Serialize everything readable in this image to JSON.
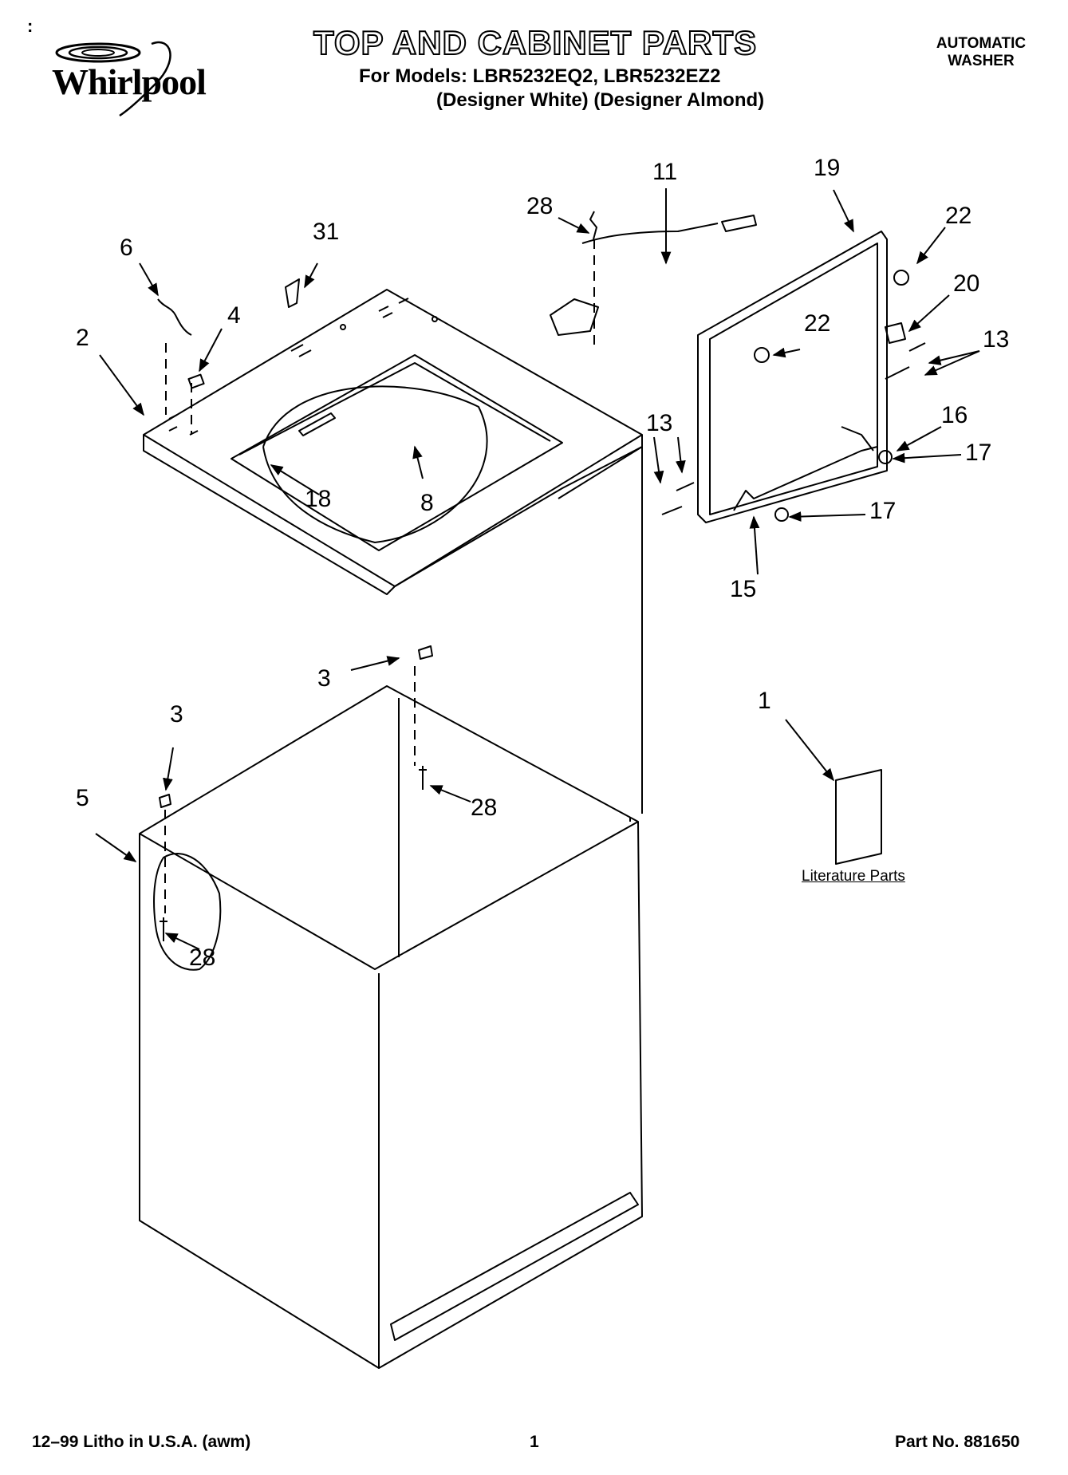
{
  "header": {
    "page_marker": ":",
    "brand": "Whirlpool",
    "title": "TOP AND CABINET PARTS",
    "models_line": "For Models: LBR5232EQ2, LBR5232EZ2",
    "variants_line": "(Designer White) (Designer Almond)",
    "product_type": "AUTOMATIC WASHER"
  },
  "diagram": {
    "callouts": [
      "28",
      "11",
      "19",
      "22",
      "31",
      "6",
      "4",
      "20",
      "22",
      "13",
      "2",
      "13",
      "16",
      "17",
      "18",
      "8",
      "17",
      "15",
      "3",
      "1",
      "3",
      "28",
      "5",
      "28"
    ],
    "literature_label": "Literature Parts"
  },
  "footer": {
    "print_info": "12–99 Litho in U.S.A. (awm)",
    "page_number": "1",
    "part_number": "Part No. 881650"
  },
  "colors": {
    "ink": "#000000",
    "paper": "#ffffff"
  }
}
